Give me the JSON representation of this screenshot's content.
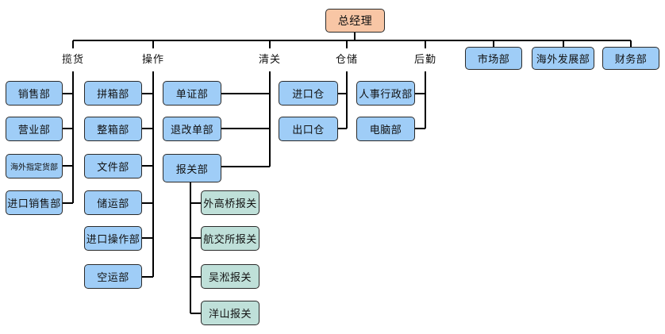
{
  "root": "总经理",
  "groups": {
    "lanhuo": "揽货",
    "caozuo": "操作",
    "qingguan": "清关",
    "cangchu": "仓储",
    "houqin": "后勤"
  },
  "top_boxes": {
    "shichang": "市场部",
    "haiwai_fazhan": "海外发展部",
    "caiwu": "财务部"
  },
  "lanhuo_items": [
    "销售部",
    "营业部",
    "海外指定货部",
    "进口销售部"
  ],
  "caozuo_items": [
    "拼箱部",
    "整箱部",
    "文件部",
    "储运部",
    "进口操作部",
    "空运部"
  ],
  "qingguan_items": [
    "单证部",
    "退改单部",
    "报关部"
  ],
  "baoguan_items": [
    "外高桥报关",
    "航交所报关",
    "吴淞报关",
    "洋山报关"
  ],
  "cangchu_items": [
    "进口仓",
    "出口仓"
  ],
  "houqin_items": [
    "人事行政部",
    "电脑部"
  ]
}
